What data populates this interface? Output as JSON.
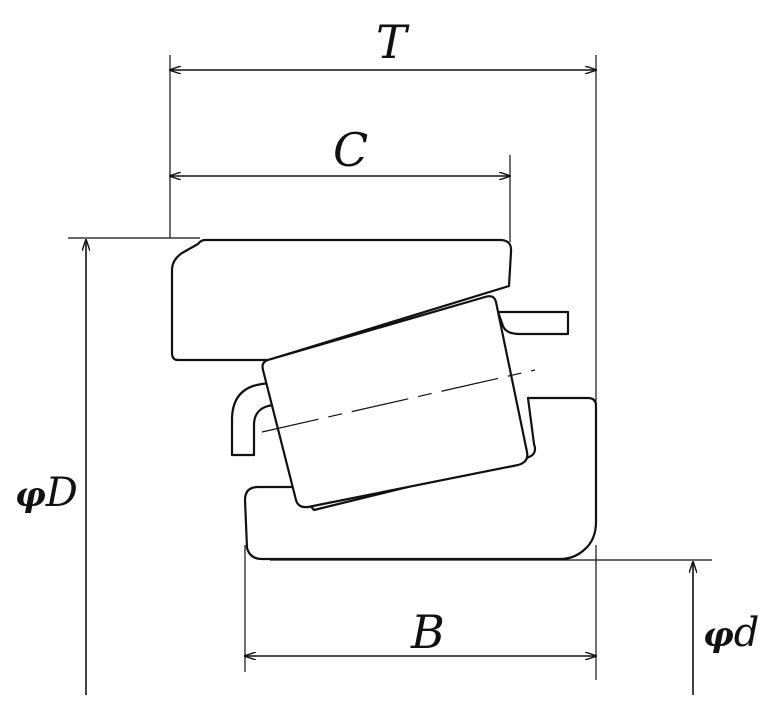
{
  "labels": {
    "T": "T",
    "C": "C",
    "B": "B",
    "phi_symbol": "φ",
    "D": "D",
    "d": "d"
  }
}
